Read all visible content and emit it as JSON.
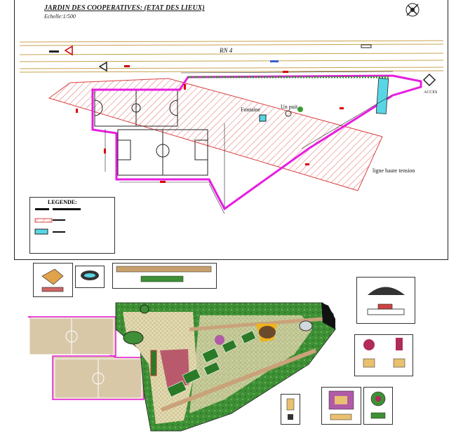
{
  "header": {
    "title": "JARDIN DES COOPERATIVES: (ETAT DES LIEUX)",
    "scale": "Echelle:1/500"
  },
  "plan": {
    "road_label": "RN 4",
    "fontaine_label": "Fontaine",
    "unpuit_label": "Un puit",
    "acces_label": "ACCES",
    "ligne_label": "ligne haute tension"
  },
  "legend": {
    "title": "LEGENDE:"
  },
  "colors": {
    "boundary": "#e81ce0",
    "hatch": "#d94040",
    "road": "#c7a24c",
    "field": "#d8c8a8",
    "garden_bg": "#2f7d2a",
    "water": "#59d6e6"
  }
}
